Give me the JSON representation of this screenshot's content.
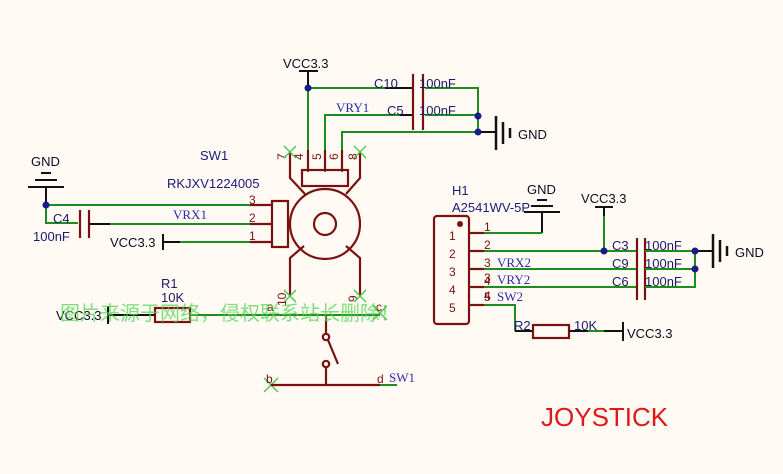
{
  "title": "JOYSTICK",
  "watermark": "图片来源于网络，侵权联系站长删除！",
  "power": {
    "vcc_top": "VCC3.3",
    "vcc_sw1_pin1": "VCC3.3",
    "vcc_r1": "VCC3.3",
    "vcc_h1": "VCC3.3",
    "vcc_r2": "VCC3.3",
    "gnd_top": "GND",
    "gnd_left": "GND",
    "gnd_h1": "GND",
    "gnd_right": "GND"
  },
  "components": {
    "sw1": {
      "designator": "SW1",
      "part": "RKJXV1224005",
      "pins": [
        "1",
        "2",
        "3",
        "4",
        "5",
        "6",
        "7",
        "8",
        "9",
        "10"
      ],
      "switch_pins": [
        "a",
        "b",
        "c",
        "d"
      ]
    },
    "h1": {
      "designator": "H1",
      "part": "A2541WV-5P",
      "pins": [
        "1",
        "2",
        "3",
        "4",
        "5"
      ]
    },
    "c10": {
      "designator": "C10",
      "value": "100nF"
    },
    "c5": {
      "designator": "C5",
      "value": "100nF"
    },
    "c4": {
      "designator": "C4",
      "value": "100nF"
    },
    "c3": {
      "designator": "C3",
      "value": "100nF"
    },
    "c9": {
      "designator": "C9",
      "value": "100nF"
    },
    "c6": {
      "designator": "C6",
      "value": "100nF"
    },
    "r1": {
      "designator": "R1",
      "value": "10K"
    },
    "r2": {
      "designator": "R2",
      "value": "10K"
    }
  },
  "nets": {
    "vry1": "VRY1",
    "vrx1": "VRX1",
    "sw1": "SW1",
    "vrx2": "VRX2",
    "vry2": "VRY2",
    "sw2": "SW2"
  }
}
